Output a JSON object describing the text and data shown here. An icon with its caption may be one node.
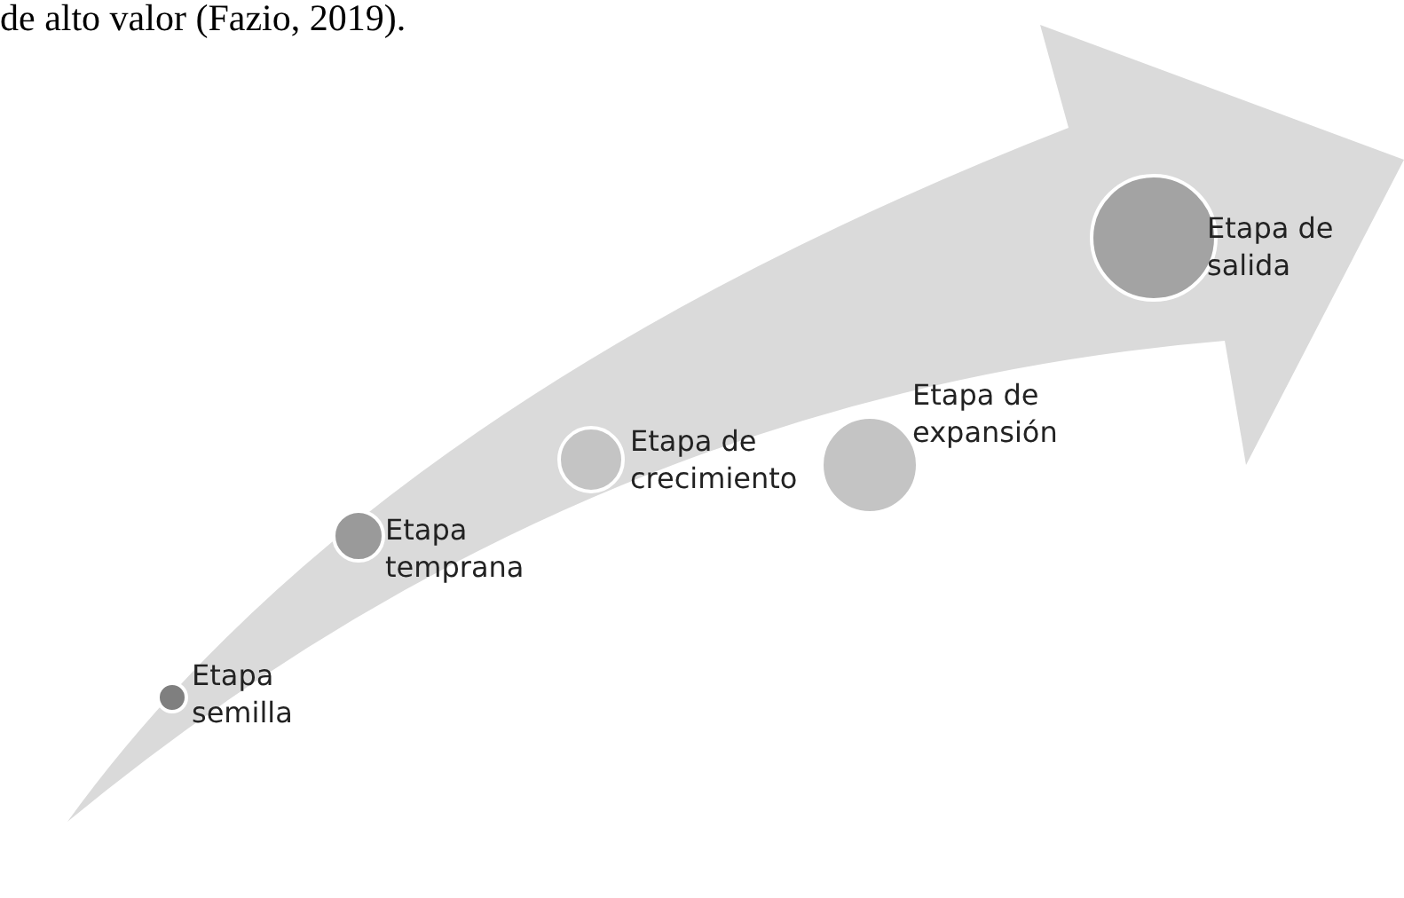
{
  "diagram": {
    "nodes": [
      {
        "text": [
          "Etapa semilla"
        ]
      },
      {
        "text": [
          "Etapa temprana"
        ]
      },
      {
        "text": [
          "Etapa de crecimiento"
        ]
      },
      {
        "text": [
          "Etapa de expansión"
        ]
      },
      {
        "text": [
          "Etapa de salida"
        ]
      }
    ],
    "edges": [],
    "labels": [
      "de alto valor (Fazio, 2019)."
    ]
  }
}
